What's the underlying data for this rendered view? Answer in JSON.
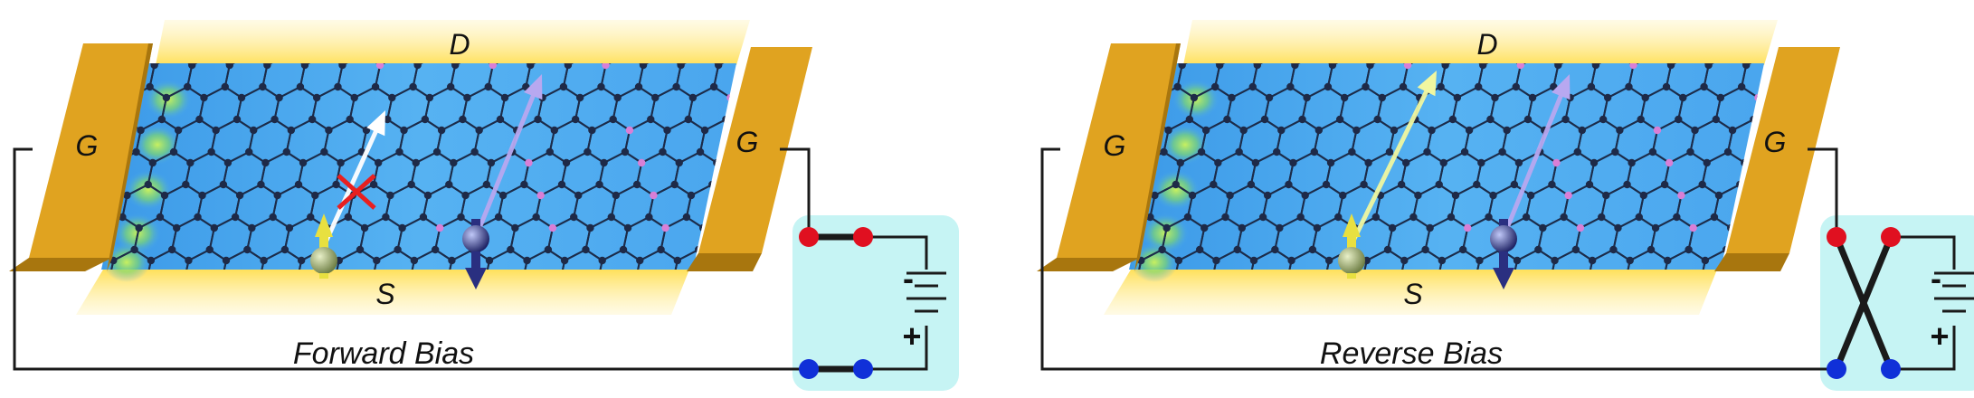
{
  "panels": [
    {
      "id": "forward",
      "caption": "Forward Bias",
      "labels": {
        "drain": "D",
        "source": "S",
        "gate_left": "G",
        "gate_right": "G"
      },
      "battery": {
        "minus": "-",
        "plus": "+"
      },
      "crossed_wires": false,
      "blocked_arrow": "left"
    },
    {
      "id": "reverse",
      "caption": "Reverse Bias",
      "labels": {
        "drain": "D",
        "source": "S",
        "gate_left": "G",
        "gate_right": "G"
      },
      "battery": {
        "minus": "-",
        "plus": "+"
      },
      "crossed_wires": true,
      "blocked_arrow": "none"
    }
  ],
  "colors": {
    "channel": "#4aa8ee",
    "gate": "#e0a320",
    "gate_dark": "#a8760e",
    "electrode_glow": "#ffe566",
    "bond": "#1c2c4a",
    "atom": "#1e2a48",
    "edge_atom": "#d97fd6",
    "edge_glow": "#a6e34c",
    "circuit_box": "#c6f4f4",
    "terminal_red": "#e01020",
    "terminal_blue": "#1030d8",
    "spin_up": "#e8e040",
    "spin_down": "#2a2f80",
    "arrow_white": "#ffffff",
    "arrow_yellow": "#f0f7a0",
    "arrow_purple": "#b8a8f0",
    "cross_mark": "#e82020"
  }
}
